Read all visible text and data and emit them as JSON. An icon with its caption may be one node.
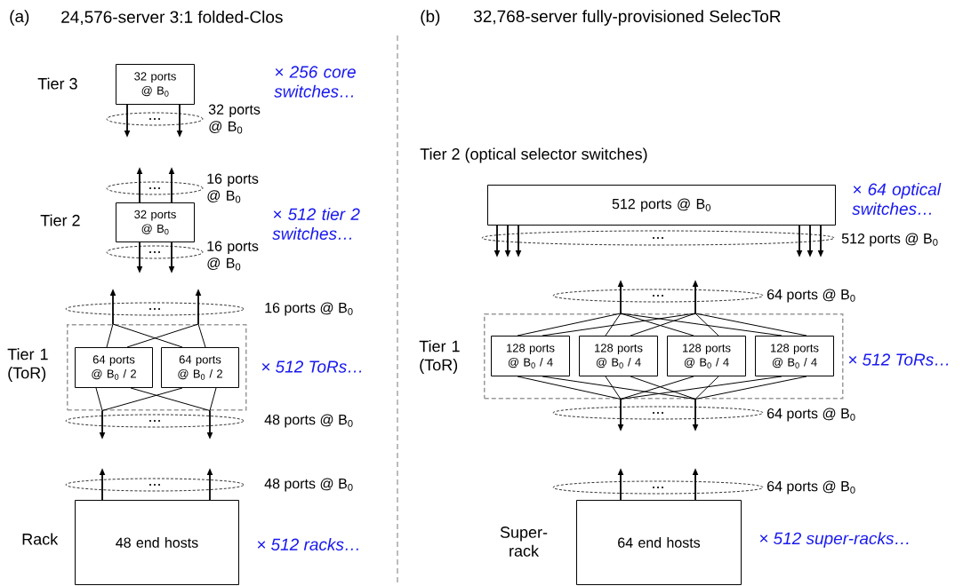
{
  "diagram": {
    "nodes": [
      {
        "text": [
          "32 ports @ B$_{0}$"
        ]
      },
      {
        "text": [
          "32 ports @ B$_{0}$"
        ]
      },
      {
        "text": [],
        "shape": "box"
      },
      {
        "text": [
          "64 ports @ B$_{0}$ / 2"
        ],
        "in": 2
      },
      {
        "text": [
          "64 ports @ B$_{0}$ / 2"
        ],
        "in": 2
      },
      {
        "text": [
          "48 end hosts"
        ]
      },
      {
        "text": [
          "512 ports @ B$_{0}$"
        ]
      },
      {
        "text": [],
        "shape": "box"
      },
      {
        "text": [
          "128 ports @ B$_{0}$ / 4"
        ],
        "in": 7
      },
      {
        "text": [
          "128 ports @ B$_{0}$ / 4"
        ],
        "in": 7
      },
      {
        "text": [
          "128 ports @ B$_{0}$ / 4"
        ],
        "in": 7
      },
      {
        "text": [
          "128 ports @ B$_{0}$ / 4"
        ],
        "in": 7
      },
      {
        "text": [
          "64 end hosts"
        ]
      }
    ],
    "edges": [
      {
        "from": 0,
        "to": null,
        "arrow": "to"
      },
      {
        "from": 0,
        "to": null,
        "arrow": "to"
      },
      {
        "from": 1,
        "to": null,
        "arrow": "to"
      },
      {
        "from": 1,
        "to": null,
        "arrow": "to"
      },
      {
        "from": 1,
        "to": null,
        "arrow": "to"
      },
      {
        "from": 1,
        "to": null,
        "arrow": "to"
      },
      {
        "from": 2,
        "to": null,
        "arrow": "to"
      },
      {
        "from": 2,
        "to": null,
        "arrow": "to"
      },
      {
        "from": 2,
        "to": null,
        "arrow": "to"
      },
      {
        "from": 2,
        "to": null,
        "arrow": "to"
      },
      {
        "from": 5,
        "to": null,
        "arrow": "to"
      },
      {
        "from": 5,
        "to": null,
        "arrow": "to"
      },
      {
        "from": 6,
        "to": null,
        "arrow": "to"
      },
      {
        "from": 6,
        "to": null,
        "arrow": "to"
      },
      {
        "from": 6,
        "to": null,
        "arrow": "to"
      },
      {
        "from": 6,
        "to": null,
        "arrow": "to"
      },
      {
        "from": 6,
        "to": null,
        "arrow": "to"
      },
      {
        "from": 6,
        "to": null,
        "arrow": "to"
      },
      {
        "from": 7,
        "to": null,
        "arrow": "to"
      },
      {
        "from": 7,
        "to": null,
        "arrow": "to"
      },
      {
        "from": 7,
        "to": null,
        "arrow": "to"
      },
      {
        "from": 7,
        "to": null,
        "arrow": "to"
      },
      {
        "from": 12,
        "to": null,
        "arrow": "to"
      },
      {
        "from": 12,
        "to": null,
        "arrow": "to"
      },
      {
        "from": 3,
        "to": 2,
        "arrow": "none"
      },
      {
        "from": 3,
        "to": 2,
        "arrow": "none"
      },
      {
        "from": 4,
        "to": 2,
        "arrow": "none"
      },
      {
        "from": 4,
        "to": 2,
        "arrow": "none"
      },
      {
        "from": 3,
        "to": 2,
        "arrow": "none"
      },
      {
        "from": 3,
        "to": 2,
        "arrow": "none"
      },
      {
        "from": 4,
        "to": 2,
        "arrow": "none"
      },
      {
        "from": 4,
        "to": 2,
        "arrow": "none"
      },
      {
        "from": 8,
        "to": 7,
        "arrow": "none"
      },
      {
        "from": 8,
        "to": 7,
        "arrow": "none"
      },
      {
        "from": 8,
        "to": 7,
        "arrow": "none"
      },
      {
        "from": 8,
        "to": 7,
        "arrow": "none"
      },
      {
        "from": 9,
        "to": 7,
        "arrow": "none"
      },
      {
        "from": 9,
        "to": 7,
        "arrow": "none"
      },
      {
        "from": 9,
        "to": 7,
        "arrow": "none"
      },
      {
        "from": 9,
        "to": 7,
        "arrow": "none"
      },
      {
        "from": 10,
        "to": 7,
        "arrow": "none"
      },
      {
        "from": 10,
        "to": 7,
        "arrow": "none"
      },
      {
        "from": 10,
        "to": 7,
        "arrow": "none"
      },
      {
        "from": 10,
        "to": 7,
        "arrow": "none"
      },
      {
        "from": 11,
        "to": 7,
        "arrow": "none"
      },
      {
        "from": 11,
        "to": 7,
        "arrow": "none"
      },
      {
        "from": 11,
        "to": 7,
        "arrow": "none"
      },
      {
        "from": 11,
        "to": 7,
        "arrow": "none"
      }
    ],
    "labels": [
      "(a)",
      "24,576-server 3:1 folded-Clos",
      "(b)",
      "32,768-server fully-provisioned SelecToR",
      "Tier 3",
      "× 256 core switches…",
      "32 ports @ B$_{0}$",
      "Tier 2 (optical selector switches)",
      "16 ports @ B$_{0}$",
      "Tier 2",
      "× 512 tier 2 switches…",
      "× 64 optical switches…",
      "16 ports @ B$_{0}$",
      "512 ports @ B$_{0}$",
      "16 ports @ B$_{0}$",
      "64 ports @ B$_{0}$",
      "Tier 1 (ToR)",
      "× 512 ToRs…",
      "Tier 1 (ToR)",
      "× 512 ToRs…",
      "48 ports @ B$_{0}$",
      "64 ports @ B$_{0}$",
      "48 ports @ B$_{0}$",
      "64 ports @ B$_{0}$",
      "Rack",
      "× 512 racks…",
      "Super-rack",
      "× 512 super-racks…"
    ]
  }
}
